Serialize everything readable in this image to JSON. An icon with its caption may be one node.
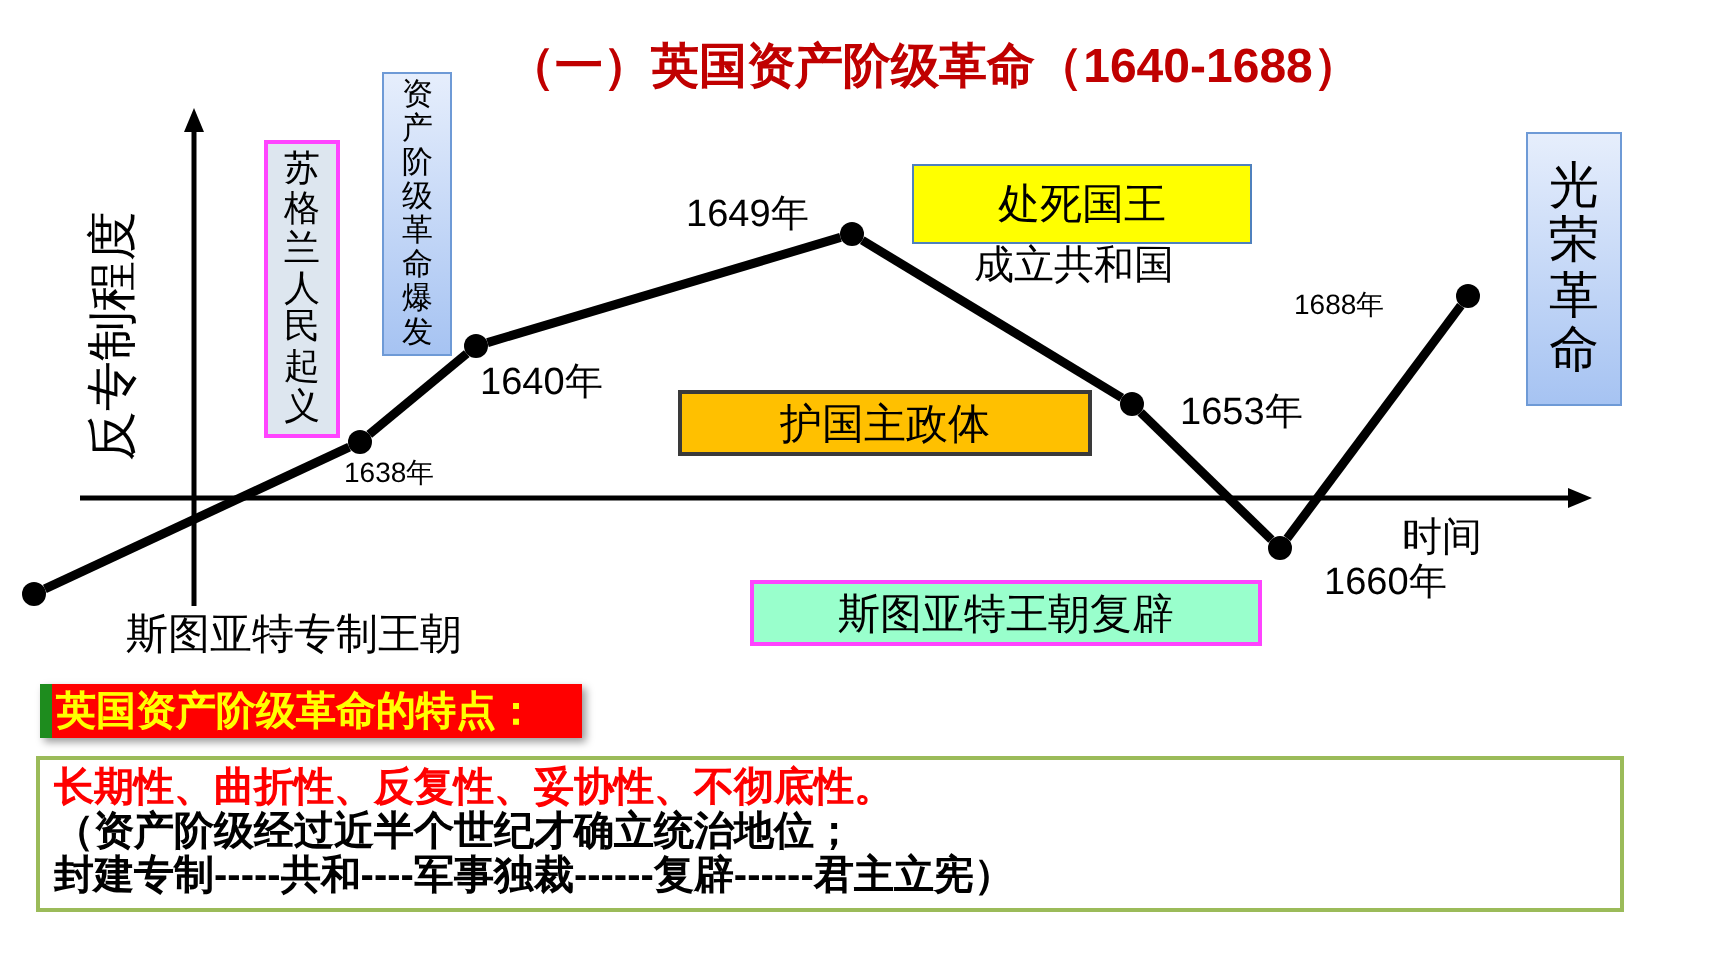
{
  "diagram": {
    "title": "（一）英国资产阶级革命（1640-1688）",
    "nodes": [
      {
        "text": [
          "苏格兰人民起义"
        ]
      },
      {
        "text": [
          "资产阶级革命爆发"
        ]
      },
      {
        "text": [
          "处死国王"
        ],
        "beside": [
          "成立共和国"
        ]
      },
      {
        "text": [
          "护国主政体"
        ]
      },
      {
        "text": [
          "光荣革命"
        ]
      },
      {
        "text": [
          "斯图亚特王朝复辟"
        ]
      },
      {
        "text": [
          "英国资产阶级革命的特点："
        ]
      },
      {
        "text": [
          "长期性、曲折性、反复性、妥协性、不彻底性。",
          "（资产阶级经过近半个世纪才确立统治地位；",
          "封建专制-----共和----军事独裁------复辟------君主立宪）"
        ]
      },
      {
        "text": [],
        "shape": "circle"
      },
      {
        "text": [],
        "shape": "circle",
        "beside": [
          "1638年"
        ]
      },
      {
        "text": [],
        "shape": "circle",
        "beside": [
          "1640年"
        ]
      },
      {
        "text": [],
        "shape": "circle",
        "beside": [
          "1649年"
        ]
      },
      {
        "text": [],
        "shape": "circle",
        "beside": [
          "1653年"
        ]
      },
      {
        "text": [],
        "shape": "circle",
        "beside": [
          "1660年"
        ]
      },
      {
        "text": [],
        "shape": "circle",
        "beside": [
          "1688年"
        ]
      }
    ],
    "edges": [
      {
        "from": 8,
        "to": 9,
        "arrow": "none"
      },
      {
        "from": 9,
        "to": 10,
        "arrow": "none"
      },
      {
        "from": 10,
        "to": 11,
        "arrow": "none"
      },
      {
        "from": 11,
        "to": 12,
        "arrow": "none"
      },
      {
        "from": 12,
        "to": 13,
        "arrow": "none"
      },
      {
        "from": 13,
        "to": 14,
        "arrow": "none"
      }
    ],
    "labels": [
      "反专制程度",
      "时间",
      "斯图亚特专制王朝"
    ]
  }
}
